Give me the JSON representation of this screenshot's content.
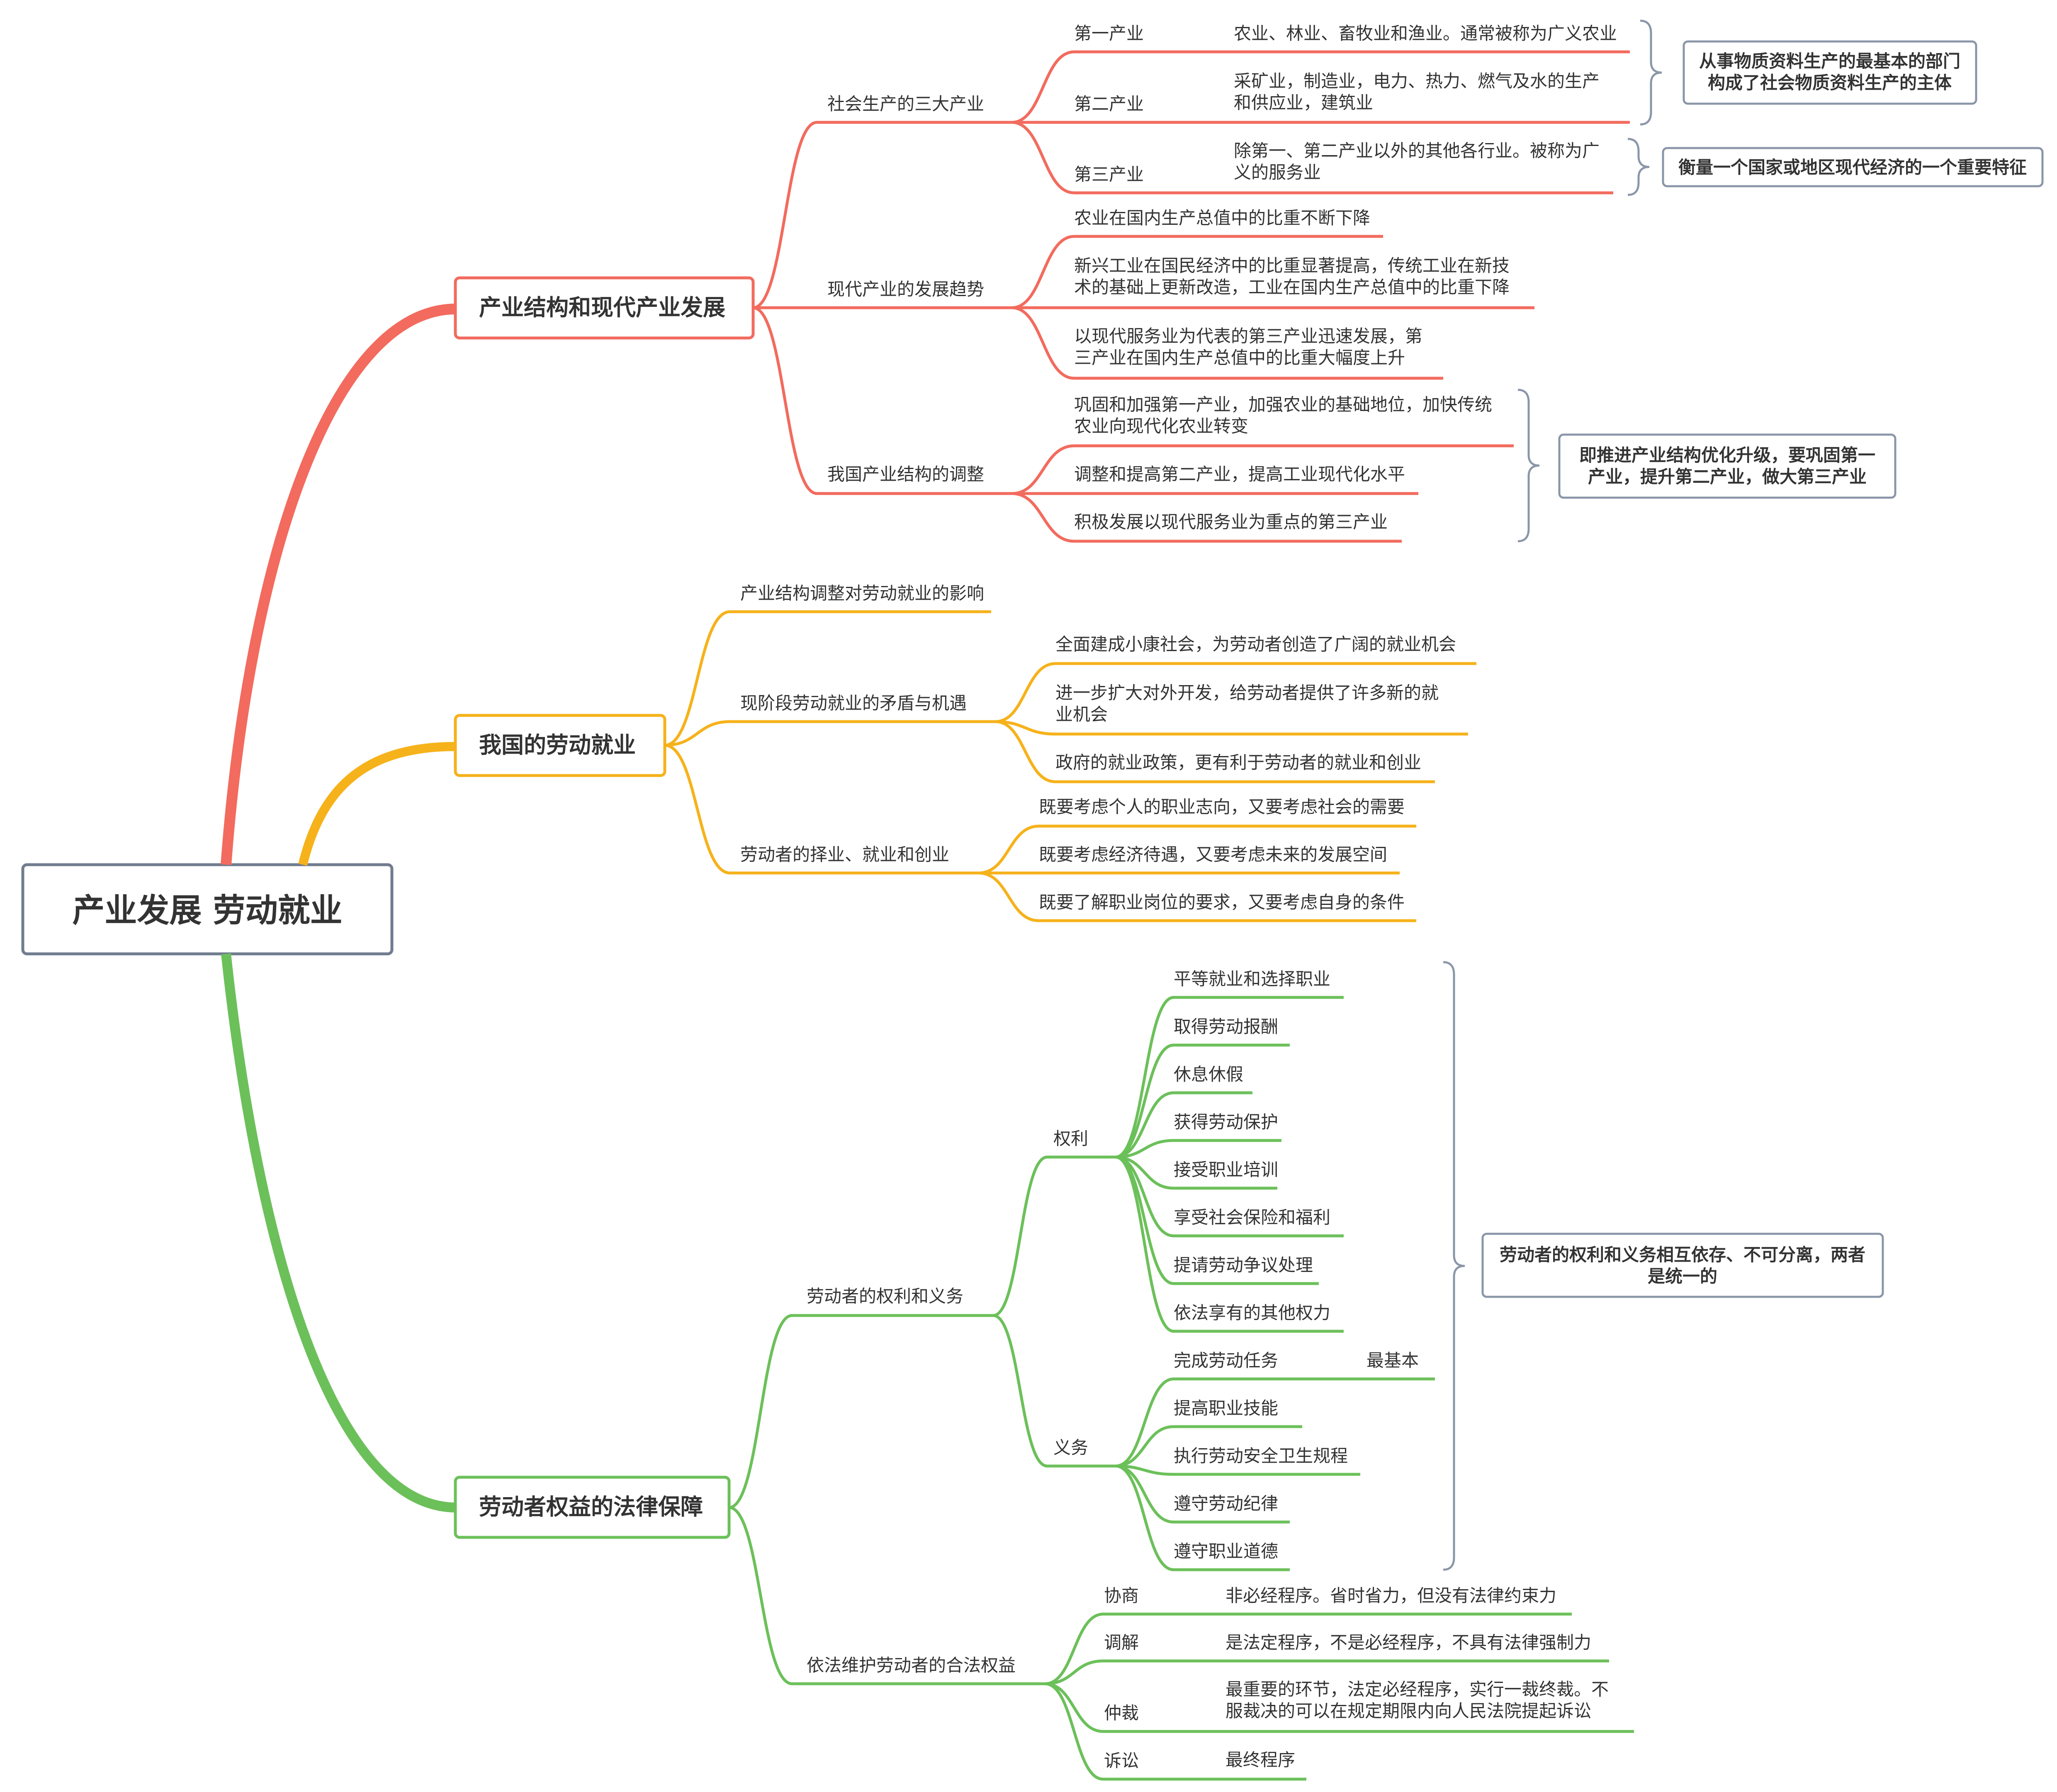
{
  "root": {
    "title": "产业发展 劳动就业"
  },
  "colors": {
    "red": "#f26b5e",
    "yellow": "#f6b21b",
    "green": "#6cc05a",
    "gray": "#8a96a8",
    "text": "#333333"
  },
  "branches": [
    {
      "title": "产业结构和现代产业发展",
      "subs": [
        {
          "label": "社会生产的三大产业",
          "items": [
            {
              "label": "第一产业",
              "desc": [
                "农业、林业、畜牧业和渔业。通常被称为广义农业"
              ]
            },
            {
              "label": "第二产业",
              "desc": [
                "采矿业，制造业，电力、热力、燃气及水的生产",
                "和供应业，建筑业"
              ]
            },
            {
              "label": "第三产业",
              "desc": [
                "除第一、第二产业以外的其他各行业。被称为广",
                "义的服务业"
              ]
            }
          ]
        },
        {
          "label": "现代产业的发展趋势",
          "items": [
            {
              "text": [
                "农业在国内生产总值中的比重不断下降"
              ]
            },
            {
              "text": [
                "新兴工业在国民经济中的比重显著提高，传统工业在新技",
                "术的基础上更新改造，工业在国内生产总值中的比重下降"
              ]
            },
            {
              "text": [
                "以现代服务业为代表的第三产业迅速发展，第",
                "三产业在国内生产总值中的比重大幅度上升"
              ]
            }
          ]
        },
        {
          "label": "我国产业结构的调整",
          "items": [
            {
              "text": [
                "巩固和加强第一产业，加强农业的基础地位，加快传统",
                "农业向现代化农业转变"
              ]
            },
            {
              "text": [
                "调整和提高第二产业，提高工业现代化水平"
              ]
            },
            {
              "text": [
                "积极发展以现代服务业为重点的第三产业"
              ]
            }
          ]
        }
      ]
    },
    {
      "title": "我国的劳动就业",
      "subs": [
        {
          "label": "产业结构调整对劳动就业的影响",
          "items": []
        },
        {
          "label": "现阶段劳动就业的矛盾与机遇",
          "items": [
            {
              "text": [
                "全面建成小康社会，为劳动者创造了广阔的就业机会"
              ]
            },
            {
              "text": [
                "进一步扩大对外开发，给劳动者提供了许多新的就",
                "业机会"
              ]
            },
            {
              "text": [
                "政府的就业政策，更有利于劳动者的就业和创业"
              ]
            }
          ]
        },
        {
          "label": "劳动者的择业、就业和创业",
          "items": [
            {
              "text": [
                "既要考虑个人的职业志向，又要考虑社会的需要"
              ]
            },
            {
              "text": [
                "既要考虑经济待遇，又要考虑未来的发展空间"
              ]
            },
            {
              "text": [
                "既要了解职业岗位的要求，又要考虑自身的条件"
              ]
            }
          ]
        }
      ]
    },
    {
      "title": "劳动者权益的法律保障",
      "subs": [
        {
          "label": "劳动者的权利和义务",
          "groups": [
            {
              "label": "权利",
              "items": [
                "平等就业和选择职业",
                "取得劳动报酬",
                "休息休假",
                "获得劳动保护",
                "接受职业培训",
                "享受社会保险和福利",
                "提请劳动争议处理",
                "依法享有的其他权力"
              ]
            },
            {
              "label": "义务",
              "items": [
                "完成劳动任务",
                "提高职业技能",
                "执行劳动安全卫生规程",
                "遵守劳动纪律",
                "遵守职业道德"
              ],
              "tag": "最基本"
            }
          ]
        },
        {
          "label": "依法维护劳动者的合法权益",
          "items": [
            {
              "label": "协商",
              "desc": [
                "非必经程序。省时省力，但没有法律约束力"
              ]
            },
            {
              "label": "调解",
              "desc": [
                "是法定程序，不是必经程序，不具有法律强制力"
              ]
            },
            {
              "label": "仲裁",
              "desc": [
                "最重要的环节，法定必经程序，实行一裁终裁。不",
                "服裁决的可以在规定期限内向人民法院提起诉讼"
              ]
            },
            {
              "label": "诉讼",
              "desc": [
                "最终程序"
              ]
            }
          ]
        }
      ]
    }
  ],
  "notes": [
    [
      "从事物质资料生产的最基本的部门",
      "构成了社会物质资料生产的主体"
    ],
    [
      "衡量一个国家或地区现代经济的一个重要特征"
    ],
    [
      "即推进产业结构优化升级，要巩固第一",
      "产业，提升第二产业，做大第三产业"
    ],
    [
      "劳动者的权利和义务相互依存、不可分离，两者",
      "是统一的"
    ]
  ]
}
